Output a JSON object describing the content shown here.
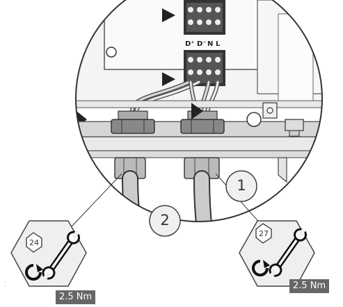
{
  "terminal_labels": [
    "D⁺",
    "D⁻",
    "N",
    "L"
  ],
  "steps": [
    "1",
    "2"
  ],
  "tool_left": {
    "wrench_size": "24",
    "torque": "2.5 Nm"
  },
  "tool_right": {
    "wrench_size": "27",
    "torque": "2.5 Nm"
  },
  "stray_mark": ":"
}
